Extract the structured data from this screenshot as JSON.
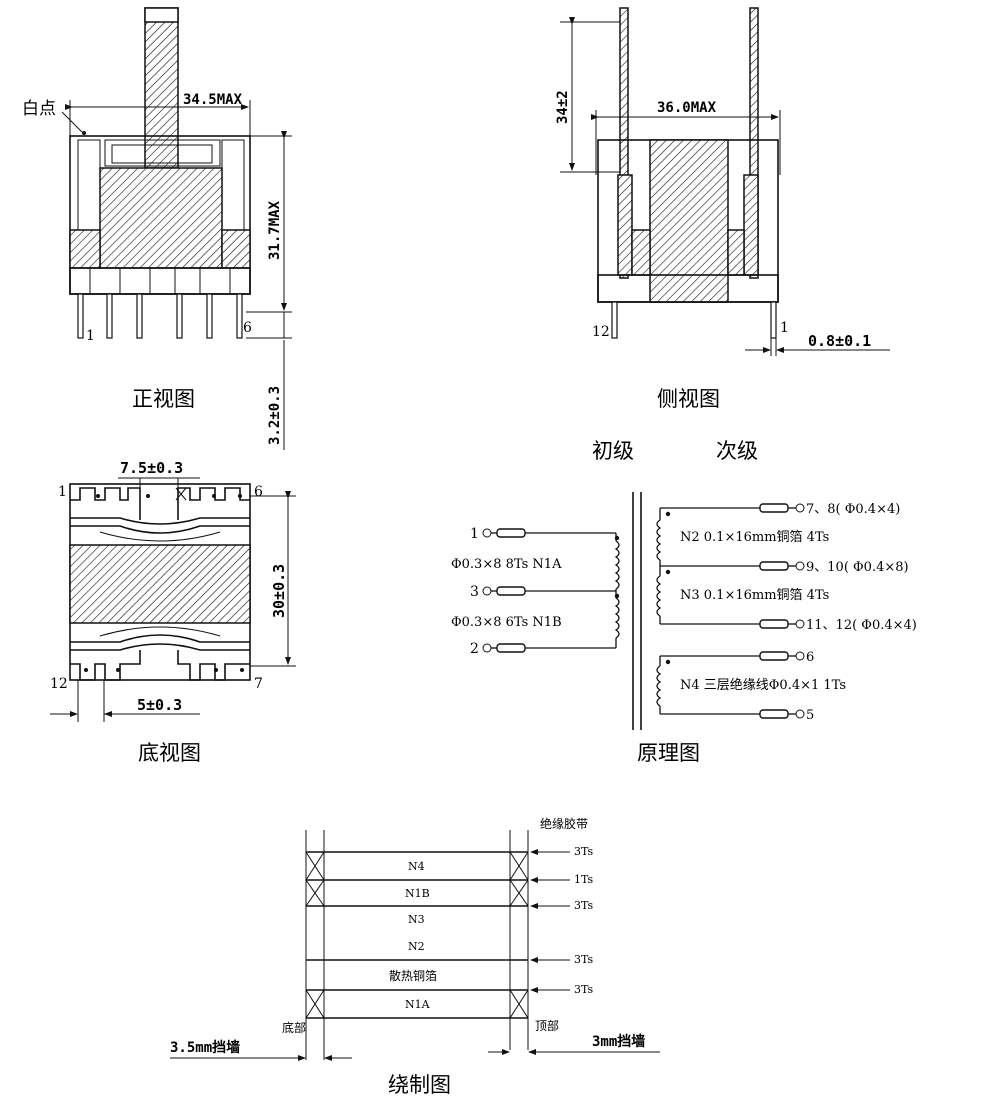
{
  "front_view": {
    "dot_label": "白点",
    "width_dim": "34.5MAX",
    "height_dim": "31.7MAX",
    "pin_dim": "3.2±0.3",
    "pin_left": "1",
    "pin_right": "6",
    "caption": "正视图"
  },
  "side_view": {
    "lead_dim": "34±2",
    "width_dim": "36.0MAX",
    "pin_left": "12",
    "pin_right": "1",
    "pin_dim": "0.8±0.1",
    "caption": "侧视图"
  },
  "bottom_view": {
    "top_dim": "7.5±0.3",
    "height_dim": "30±0.3",
    "bottom_dim": "5±0.3",
    "pin_1": "1",
    "pin_6": "6",
    "pin_12": "12",
    "pin_7": "7",
    "caption": "底视图"
  },
  "schematic": {
    "primary_label": "初级",
    "secondary_label": "次级",
    "pin1": "1",
    "n1a_spec": "Φ0.3×8   8Ts  N1A",
    "pin3": "3",
    "n1b_spec": "Φ0.3×8   6Ts  N1B",
    "pin2": "2",
    "out_78": "7、8( Φ0.4×4)",
    "n2_spec": "N2  0.1×16mm铜箔   4Ts",
    "out_910": "9、10( Φ0.4×8)",
    "n3_spec": "N3  0.1×16mm铜箔   4Ts",
    "out_1112": "11、12( Φ0.4×4)",
    "out_6": "6",
    "n4_spec": "N4  三层绝缘线Φ0.4×1   1Ts",
    "out_5": "5",
    "caption": "原理图"
  },
  "winding": {
    "tape_label": "绝缘胶带",
    "layers": [
      "N4",
      "N1B",
      "N3",
      "N2",
      "散热铜箔",
      "N1A"
    ],
    "tape_turns": [
      "3Ts",
      "1Ts",
      "3Ts",
      "3Ts",
      "3Ts"
    ],
    "bottom_label": "底部",
    "top_label": "顶部",
    "left_wall": "3.5mm挡墙",
    "right_wall": "3mm挡墙",
    "caption": "绕制图"
  }
}
